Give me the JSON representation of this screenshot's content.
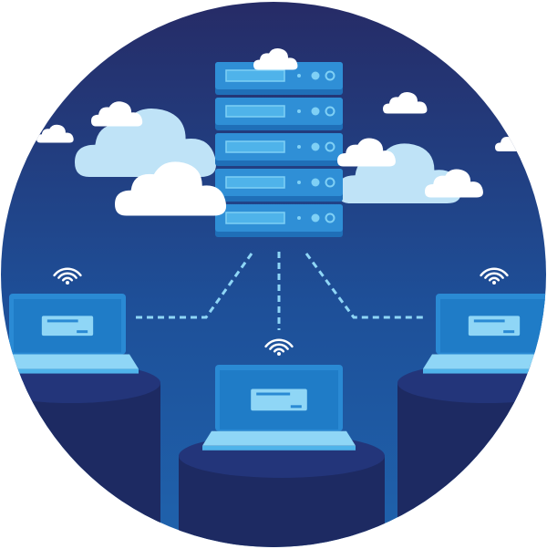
{
  "illustration": {
    "subject": "server-network",
    "server_units": 5,
    "laptops": 3
  },
  "colors": {
    "bg_top": "#262b66",
    "bg_bottom": "#1f63ad",
    "server_face": "#2f8fd6",
    "server_light": "#7fd0f5",
    "cloud": "#ffffff",
    "cloud_shade": "#bfe3f7",
    "laptop_screen": "#1f7cc7",
    "laptop_base": "#8fd6f6",
    "pedestal": "#1d2a62",
    "dash": "#8fd6f6"
  }
}
